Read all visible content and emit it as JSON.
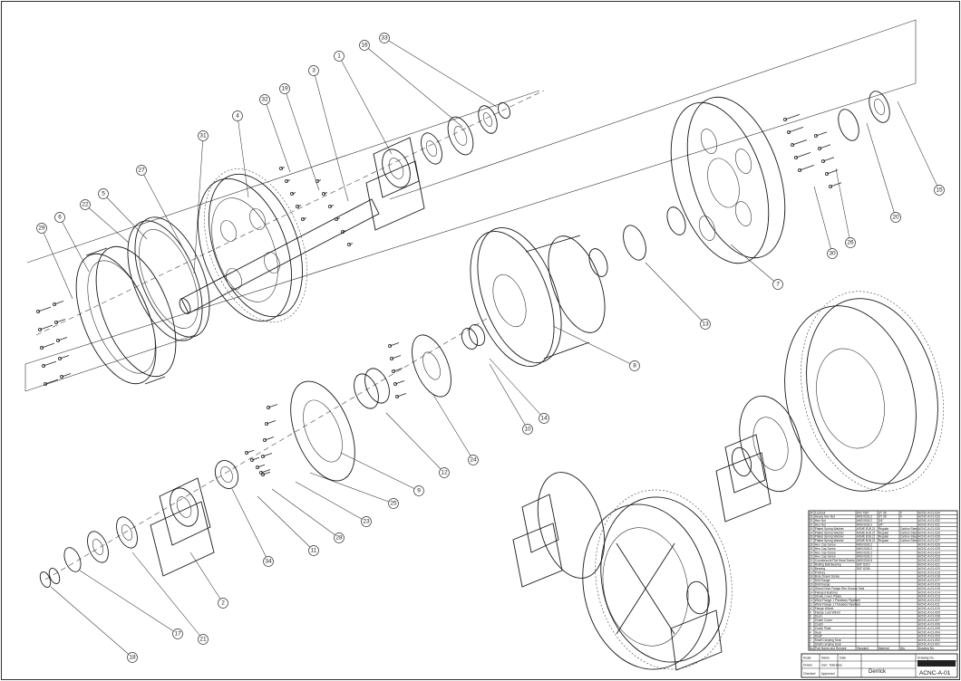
{
  "drawing": {
    "title": "Derrick",
    "drawing_number": "ACNC-A-01"
  },
  "balloons": [
    "33",
    "16",
    "1",
    "3",
    "19",
    "32",
    "4",
    "31",
    "27",
    "5",
    "22",
    "6",
    "29",
    "7",
    "8",
    "13",
    "30",
    "26",
    "20",
    "15",
    "14",
    "10",
    "24",
    "12",
    "9",
    "25",
    "23",
    "28",
    "11",
    "34",
    "2",
    "21",
    "17",
    "18"
  ],
  "bom": {
    "columns": [
      "No.",
      "Part Name and Remark",
      "Standard",
      "Material",
      "Qty.",
      "Drawing No."
    ],
    "rows": [
      [
        "34",
        "Locknut",
        "DIN 7967",
        "ST 3K",
        "4",
        "ACNC-A-01-034"
      ],
      [
        "33",
        "Heavy Hex Nut",
        "ANSI B18.2",
        "ST 3K",
        "4",
        "ACNC-A-01-033"
      ],
      [
        "32",
        "Hex Nut",
        "ANSI B18.2",
        "3/4\"",
        "",
        "ACNC-A-01-032"
      ],
      [
        "31",
        "Hex Nut",
        "ANSI B18.2",
        "3/4\"",
        "",
        "ACNC-A-01-031"
      ],
      [
        "30",
        "Plated Spring Washer",
        "ASME B18.21",
        "Regular",
        "Carbon Steel",
        "ACNC-A-01-030"
      ],
      [
        "29",
        "Plated Spring Washer",
        "ASME B18.21",
        "Regular",
        "Carbon Steel",
        "ACNC-A-01-029"
      ],
      [
        "28",
        "Plated Spring Washer",
        "ASME B18.21",
        "Regular",
        "Carbon Steel",
        "ACNC-A-01-028"
      ],
      [
        "27",
        "Plated Spring Washer",
        "ASME B18.21",
        "Regular",
        "Carbon Steel",
        "ACNC-A-01-027"
      ],
      [
        "26",
        "Hex Cap Screw",
        "ANSI B18.2",
        "",
        "",
        "ACNC-A-01-026"
      ],
      [
        "25",
        "Hex Cap Screw",
        "ANSI B18.2",
        "",
        "",
        "ACNC-A-01-025"
      ],
      [
        "24",
        "Hex Cap Screw",
        "ANSI B18.2",
        "",
        "",
        "ACNC-A-01-024"
      ],
      [
        "23",
        "Hex Cap Screw",
        "ANSI B18.2",
        "",
        "",
        "ACNC-A-01-023"
      ],
      [
        "22",
        "Countersunk Flat Head Screw",
        "ANSI B18.6",
        "",
        "",
        "ACNC-A-01-022"
      ],
      [
        "21",
        "Rolling Ball Bearing",
        "SKF 6210",
        "",
        "",
        "ACNC-A-01-021"
      ],
      [
        "20",
        "Bearing",
        "SKF 6206",
        "",
        "",
        "ACNC-A-01-020"
      ],
      [
        "19",
        "Pin/Key",
        "",
        "",
        "",
        "ACNC-A-01-019"
      ],
      [
        "18",
        "Bore Dowel Screw",
        "",
        "",
        "",
        "ACNC-A-01-018"
      ],
      [
        "17",
        "Drill Flange",
        "",
        "",
        "",
        "ACNC-A-01-017"
      ],
      [
        "16",
        "Drill Flange",
        "",
        "",
        "",
        "ACNC-A-01-016"
      ],
      [
        "15",
        "Gland Drive Flange Rim Groove Seal",
        "",
        "",
        "",
        "ACNC-A-01-015"
      ],
      [
        "14",
        "Flanged Bushing",
        "",
        "",
        "",
        "ACNC-A-01-014"
      ],
      [
        "13",
        "Stroke Cover Plates",
        "",
        "",
        "",
        "ACNC-A-01-013"
      ],
      [
        "12",
        "Wind Flange 1 Planetary Flywheel",
        "",
        "",
        "",
        "ACNC-A-01-012"
      ],
      [
        "11",
        "Wind Flange 1 Threaded Flywheel",
        "",
        "",
        "",
        "ACNC-A-01-011"
      ],
      [
        "10",
        "Flange Wheel",
        "",
        "",
        "",
        "ACNC-A-01-010"
      ],
      [
        "9",
        "Flange Lock Winch",
        "",
        "",
        "",
        "ACNC-A-01-009"
      ],
      [
        "8",
        "Drum",
        "",
        "",
        "",
        "ACNC-A-01-008"
      ],
      [
        "7",
        "Clutch Cover",
        "",
        "",
        "",
        "ACNC-A-01-007"
      ],
      [
        "6",
        "Clutch",
        "",
        "",
        "",
        "ACNC-A-01-006"
      ],
      [
        "5",
        "Clutch Plate",
        "",
        "",
        "",
        "ACNC-A-01-005"
      ],
      [
        "4",
        "Gear",
        "",
        "",
        "",
        "ACNC-A-01-004"
      ],
      [
        "3",
        "Shaft",
        "",
        "",
        "",
        "ACNC-A-01-003"
      ],
      [
        "2",
        "Shaft Carrying Seat",
        "",
        "",
        "",
        "ACNC-A-01-002"
      ],
      [
        "1",
        "Shaft Carrying Seat",
        "",
        "",
        "",
        "ACNC-A-01-001"
      ]
    ]
  },
  "title_block": {
    "scale": "Scale",
    "scale_value": "",
    "general_tolerance": "Gen. Tolerance",
    "name_label": "Name",
    "date_label": "Date",
    "drawn": "Drawn",
    "checked": "Checked",
    "approved": "Approved",
    "drawing_number_label": "Drawing No."
  }
}
